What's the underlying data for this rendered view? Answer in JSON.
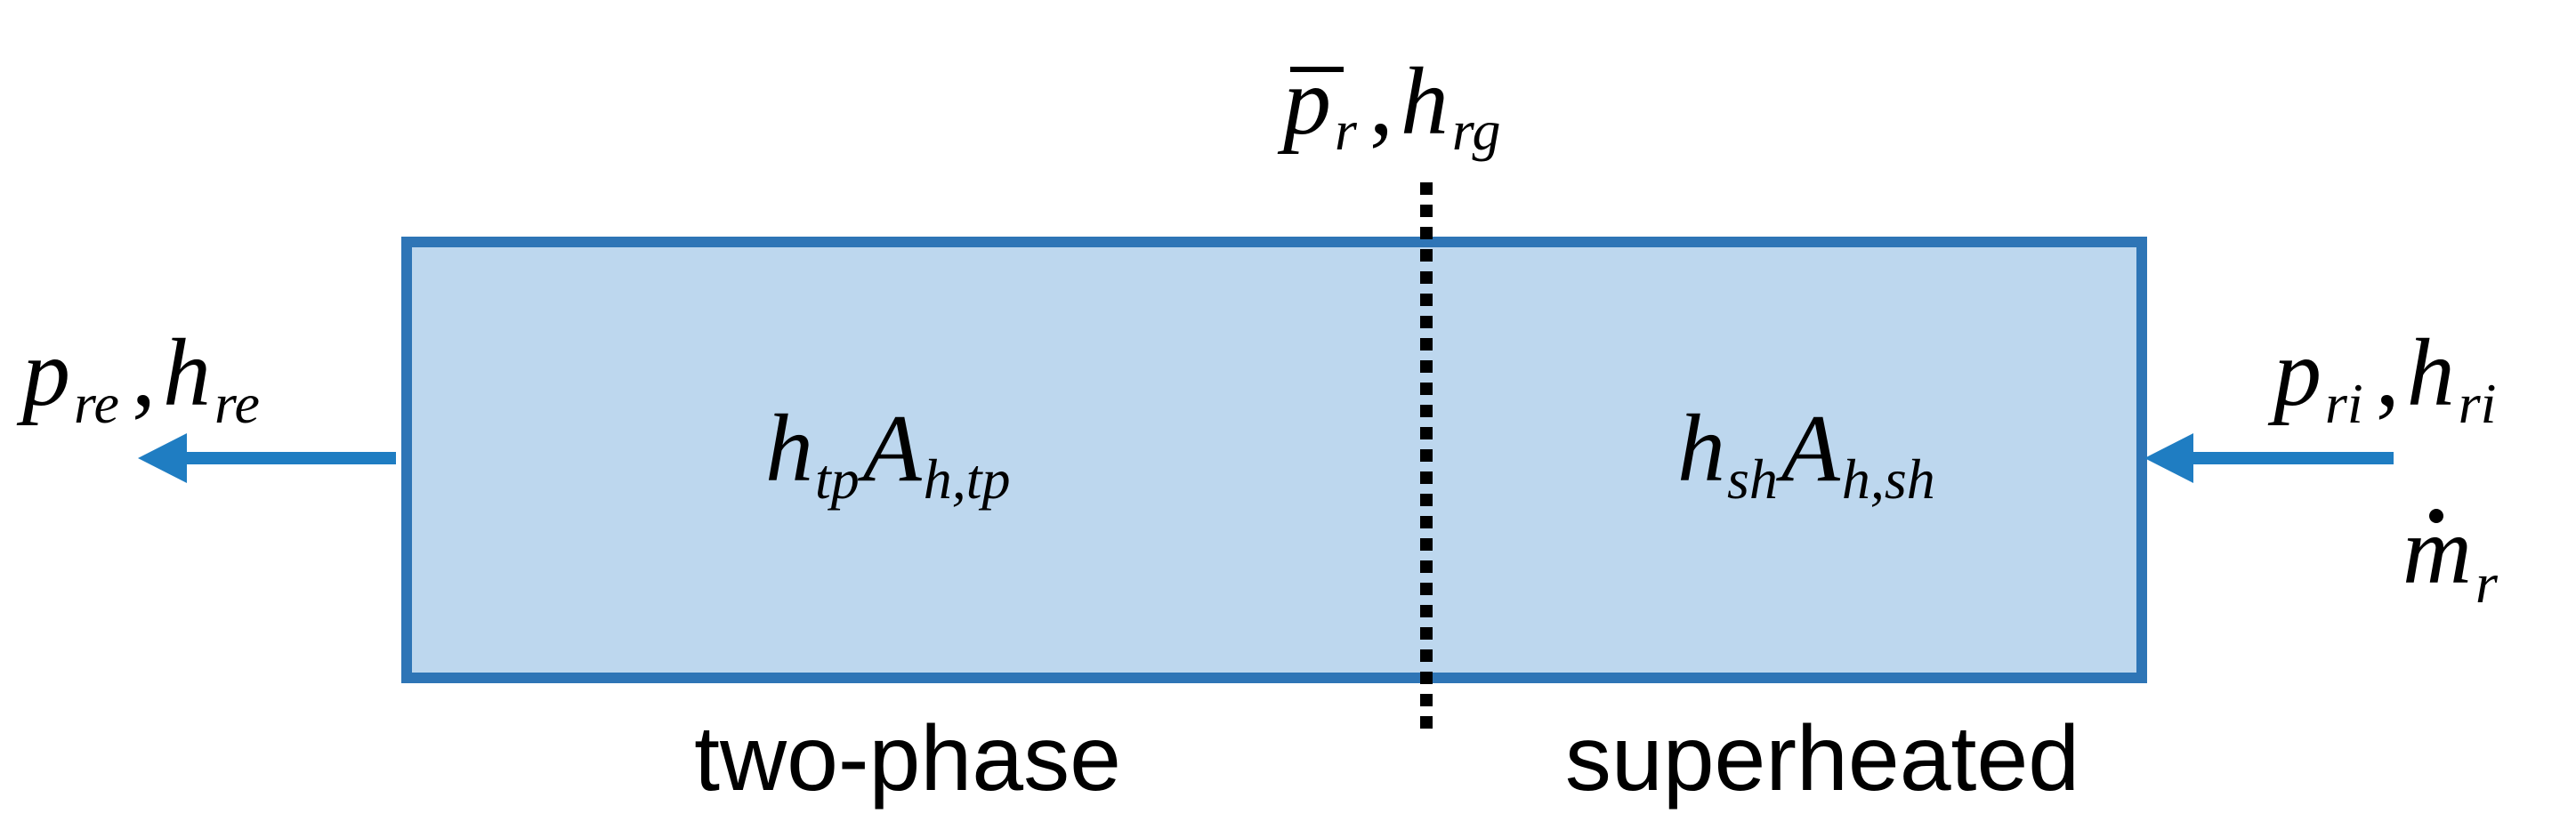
{
  "diagram": {
    "colors": {
      "box_fill": "#BDD7EE",
      "box_stroke": "#2E75B6",
      "arrow": "#1F7DC2",
      "divider": "#000000",
      "text": "#000000"
    },
    "top_state": {
      "p_base": "p",
      "p_sub": "r",
      "separator": ",",
      "h_base": "h",
      "h_sub": "rg"
    },
    "outlet_state": {
      "p_base": "p",
      "p_sub": "re",
      "separator": ",",
      "h_base": "h",
      "h_sub": "re"
    },
    "inlet_state": {
      "p_base": "p",
      "p_sub": "ri",
      "separator": ",",
      "h_base": "h",
      "h_sub": "ri"
    },
    "mass_flow": {
      "base": "m",
      "sub": "r"
    },
    "two_phase_term": {
      "h_base": "h",
      "h_sub": "tp",
      "a_base": "A",
      "a_sub": "h,tp"
    },
    "superheated_term": {
      "h_base": "h",
      "h_sub": "sh",
      "a_base": "A",
      "a_sub": "h,sh"
    },
    "zone_labels": {
      "left": "two-phase",
      "right": "superheated"
    }
  }
}
